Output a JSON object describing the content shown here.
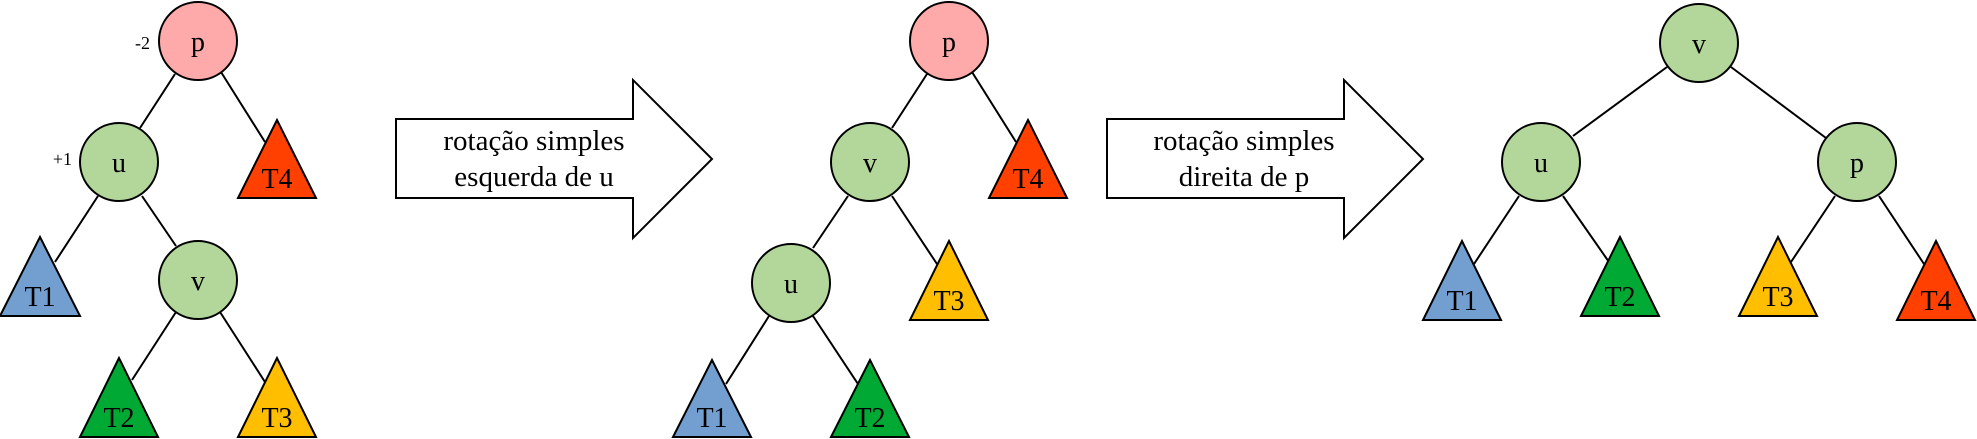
{
  "colors": {
    "node_pink": "#ffaaaa",
    "node_green": "#b3d79b",
    "t1_blue": "#729fcf",
    "t2_green": "#00a933",
    "t3_yellow": "#ffbf00",
    "t4_red": "#ff4000"
  },
  "tree1": {
    "p": "p",
    "u": "u",
    "v": "v",
    "p_balance": "-2",
    "u_balance": "+1",
    "t1": "T1",
    "t2": "T2",
    "t3": "T3",
    "t4": "T4"
  },
  "arrow1": {
    "line1": "rotação simples",
    "line2": "esquerda de u"
  },
  "tree2": {
    "p": "p",
    "v": "v",
    "u": "u",
    "t1": "T1",
    "t2": "T2",
    "t3": "T3",
    "t4": "T4"
  },
  "arrow2": {
    "line1": "rotação simples",
    "line2": "direita de p"
  },
  "tree3": {
    "v": "v",
    "u": "u",
    "p": "p",
    "t1": "T1",
    "t2": "T2",
    "t3": "T3",
    "t4": "T4"
  }
}
